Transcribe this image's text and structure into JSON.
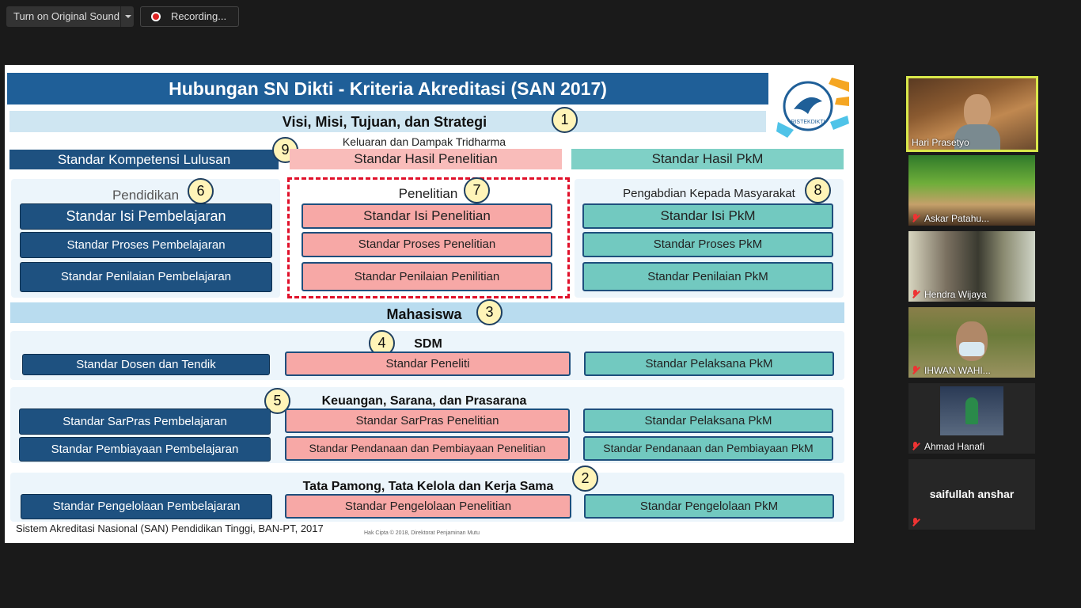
{
  "toolbar": {
    "sound_label": "Turn on Original Sound",
    "recording_label": "Recording..."
  },
  "slide": {
    "title": "Hubungan SN Dikti - Kriteria Akreditasi (SAN 2017)",
    "logo_text": "RISTEKDIKTI",
    "visi": "Visi, Misi, Tujuan, dan Strategi",
    "keluaran": "Keluaran dan Dampak Tridharma",
    "skl": "Standar Kompetensi Lulusan",
    "hasil_penelitian": "Standar Hasil Penelitian",
    "hasil_pkm": "Standar Hasil PkM",
    "pendidikan": "Pendidikan",
    "penelitian": "Penelitian",
    "pkm": "Pengabdian Kepada Masyarakat",
    "isi_pembelajaran": "Standar Isi Pembelajaran",
    "proses_pembelajaran": "Standar Proses Pembelajaran",
    "penilaian_pembelajaran": "Standar Penilaian Pembelajaran",
    "isi_penelitian": "Standar Isi Penelitian",
    "proses_penelitian": "Standar Proses Penelitian",
    "penilaian_penelitian": "Standar Penilaian Penilitian",
    "isi_pkm": "Standar Isi PkM",
    "proses_pkm": "Standar Proses PkM",
    "penilaian_pkm": "Standar Penilaian PkM",
    "mahasiswa": "Mahasiswa",
    "sdm": "SDM",
    "dosen": "Standar Dosen dan Tendik",
    "peneliti": "Standar Peneliti",
    "pelaksana_pkm": "Standar Pelaksana PkM",
    "keuangan": "Keuangan, Sarana, dan Prasarana",
    "sarpras_pembelajaran": "Standar SarPras Pembelajaran",
    "sarpras_penelitian": "Standar SarPras Penelitian",
    "pelaksana_pkm_2": "Standar Pelaksana PkM",
    "pembiayaan_pembelajaran": "Standar Pembiayaan Pembelajaran",
    "pendanaan_penelitian": "Standar Pendanaan dan Pembiayaan Penelitian",
    "pendanaan_pkm": "Standar Pendanaan dan Pembiayaan PkM",
    "tata_pamong": "Tata Pamong, Tata Kelola dan Kerja Sama",
    "pengelolaan_pembelajaran": "Standar Pengelolaan Pembelajaran",
    "pengelolaan_penelitian": "Standar Pengelolaan Penelitian",
    "pengelolaan_pkm": "Standar Pengelolaan PkM",
    "footer": "Sistem Akreditasi Nasional (SAN) Pendidikan Tinggi, BAN-PT, 2017",
    "footer_small": "Hak Cipta © 2018, Direktorat Penjaminan Mutu",
    "n1": "1",
    "n2": "2",
    "n3": "3",
    "n4": "4",
    "n5": "5",
    "n6": "6",
    "n7": "7",
    "n8": "8",
    "n9": "9"
  },
  "participants": [
    {
      "name": "Hari Prasetyo"
    },
    {
      "name": "Askar Patahu..."
    },
    {
      "name": "Hendra Wijaya"
    },
    {
      "name": "IHWAN WAHI..."
    },
    {
      "name": "Ahmad Hanafi"
    },
    {
      "name": "saifullah anshar"
    }
  ]
}
